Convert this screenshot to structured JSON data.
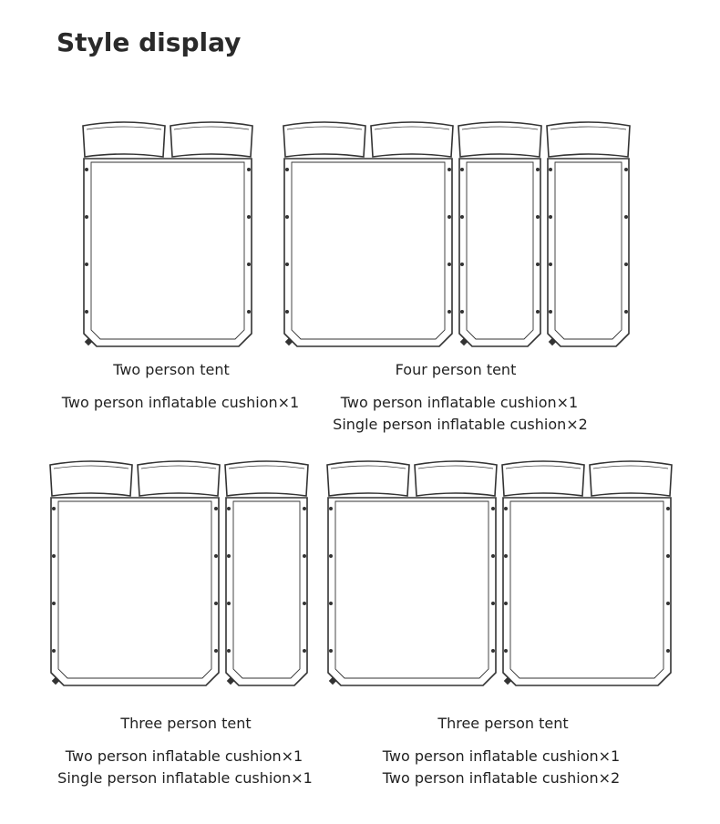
{
  "title": "Style display",
  "panels": [
    {
      "tent": "Two person tent",
      "cushions": [
        "Two person inflatable cushion×1"
      ],
      "layout": [
        2
      ]
    },
    {
      "tent": "Four person tent",
      "cushions": [
        "Two person inflatable cushion×1",
        "Single person inflatable cushion×2"
      ],
      "layout": [
        2,
        1,
        1
      ]
    },
    {
      "tent": "Three person tent",
      "cushions": [
        "Two person inflatable cushion×1",
        "Single person inflatable cushion×1"
      ],
      "layout": [
        2,
        1
      ]
    },
    {
      "tent": "Three person tent",
      "cushions": [
        "Two person inflatable cushion×1",
        "Two person inflatable cushion×2"
      ],
      "layout": [
        2,
        2
      ]
    }
  ]
}
